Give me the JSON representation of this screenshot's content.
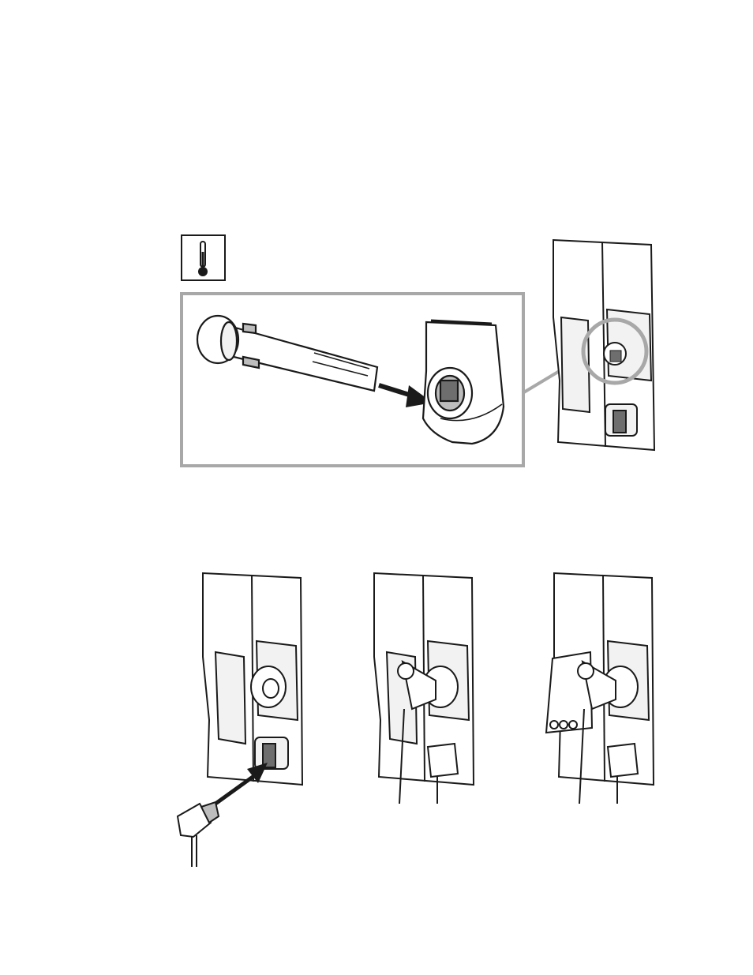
{
  "colors": {
    "ink": "#1a1a1a",
    "frame_gray": "#a8a8a8",
    "fill_light": "#f2f2f2",
    "fill_mid": "#bdbdbd",
    "fill_dark": "#6e6e6e",
    "background": "#ffffff"
  },
  "icons": {
    "temperature": "thermometer-icon",
    "arrows": "arrow-icon",
    "magnifier": "callout-circle-icon"
  },
  "panels": [
    {
      "id": "probe-insertion-detail",
      "icon": "thermometer-icon"
    },
    {
      "id": "monitor-side-panel-overview"
    },
    {
      "id": "step-1-connect-power-plug"
    },
    {
      "id": "step-2-connect-probe-cable"
    },
    {
      "id": "step-3-attach-probe-holder"
    }
  ]
}
